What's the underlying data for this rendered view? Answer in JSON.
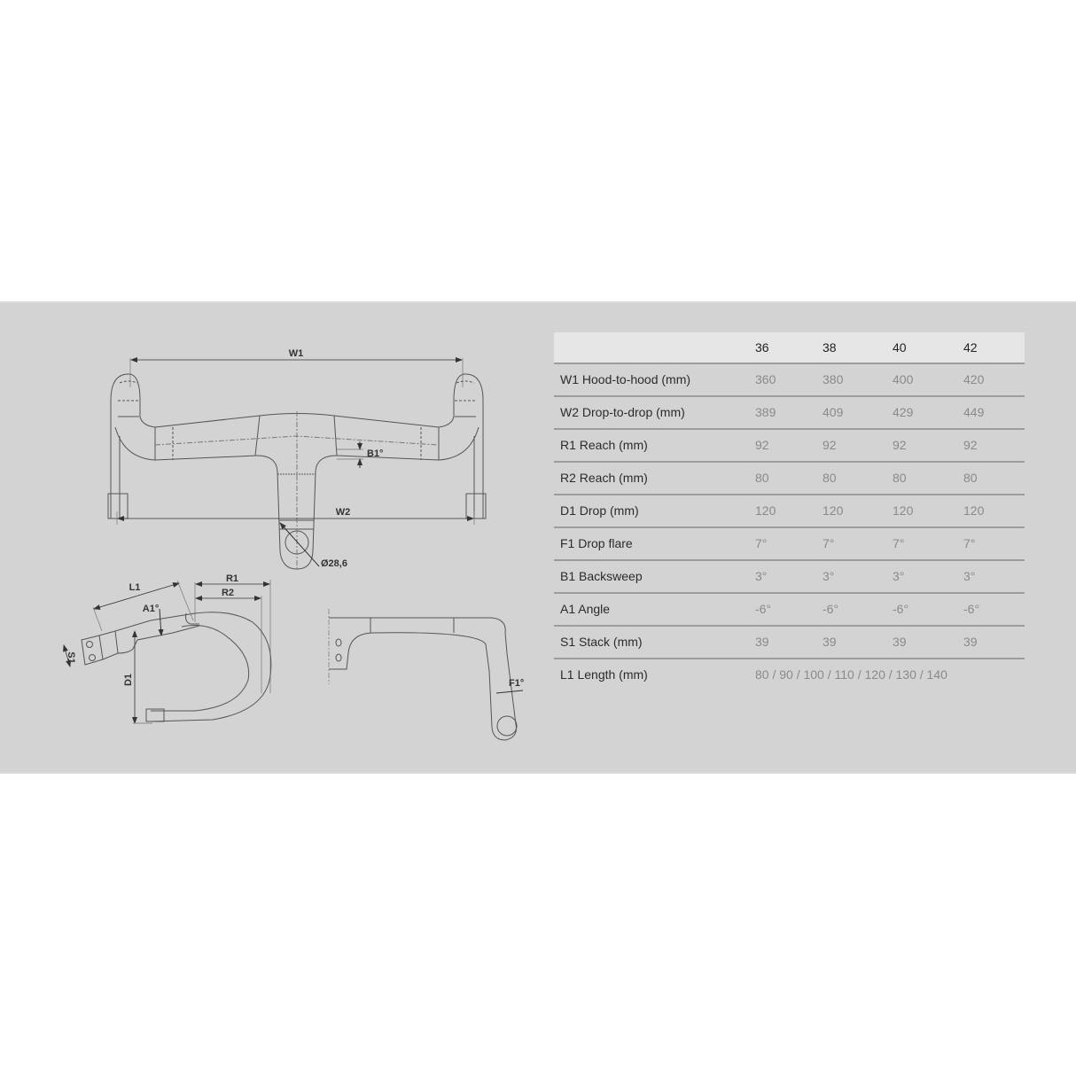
{
  "diagram": {
    "top_view": {
      "labels": {
        "w1": "W1",
        "w2": "W2",
        "b1": "B1°",
        "clamp": "Ø28,6"
      }
    },
    "side_view": {
      "labels": {
        "l1": "L1",
        "r1": "R1",
        "r2": "R2",
        "a1": "A1°",
        "s1": "S1",
        "d1": "D1"
      }
    },
    "front_view": {
      "labels": {
        "f1": "F1°"
      }
    }
  },
  "table": {
    "header": {
      "label": "",
      "sizes": [
        "36",
        "38",
        "40",
        "42"
      ]
    },
    "rows": [
      {
        "label": "W1 Hood-to-hood (mm)",
        "values": [
          "360",
          "380",
          "400",
          "420"
        ]
      },
      {
        "label": "W2 Drop-to-drop (mm)",
        "values": [
          "389",
          "409",
          "429",
          "449"
        ]
      },
      {
        "label": "R1 Reach (mm)",
        "values": [
          "92",
          "92",
          "92",
          "92"
        ]
      },
      {
        "label": "R2 Reach (mm)",
        "values": [
          "80",
          "80",
          "80",
          "80"
        ]
      },
      {
        "label": "D1 Drop (mm)",
        "values": [
          "120",
          "120",
          "120",
          "120"
        ]
      },
      {
        "label": "F1 Drop flare",
        "values": [
          "7°",
          "7°",
          "7°",
          "7°"
        ]
      },
      {
        "label": "B1 Backsweep",
        "values": [
          "3°",
          "3°",
          "3°",
          "3°"
        ]
      },
      {
        "label": "A1 Angle",
        "values": [
          "-6°",
          "-6°",
          "-6°",
          "-6°"
        ]
      },
      {
        "label": "S1 Stack (mm)",
        "values": [
          "39",
          "39",
          "39",
          "39"
        ]
      },
      {
        "label": "L1 Length (mm)",
        "span_value": "80 / 90 / 100 / 110 / 120 / 130 / 140"
      }
    ]
  },
  "colors": {
    "page_bg": "#ffffff",
    "panel_bg": "#d3d3d3",
    "header_bg": "#e6e6e6",
    "separator": "#9c9c9c",
    "label_text": "#2b2b2b",
    "value_text": "#8a8a8a",
    "line_art": "#555555"
  }
}
